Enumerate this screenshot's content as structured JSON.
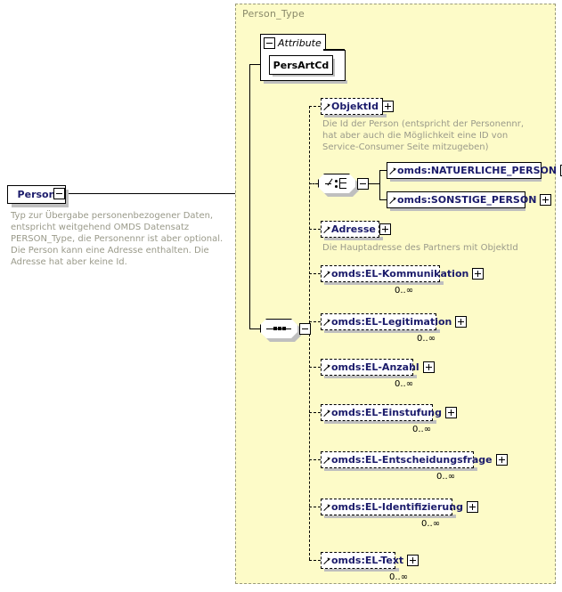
{
  "diagram": {
    "root": {
      "name": "Person",
      "expander": "minus",
      "description": "Typ zur Übergabe personenbezogener Daten, entspricht weitgehend OMDS Datensatz PERSON_Type, die Personennr ist aber optional. Die Person kann eine Adresse enthalten. Die Adresse hat aber keine Id."
    },
    "type_panel": {
      "title": "Person_Type",
      "background": "#fdfbc8",
      "border_color": "#9a9a7a"
    },
    "attribute_group": {
      "label": "Attribute",
      "expander": "minus",
      "attributes": [
        {
          "name": "PersArtCd"
        }
      ]
    },
    "connectors": {
      "choice": {
        "kind": "choice",
        "expander": "minus"
      },
      "sequence": {
        "kind": "sequence",
        "expander": "minus"
      }
    },
    "elements": [
      {
        "name": "ObjektId",
        "expander": "plus",
        "style": "dashed",
        "cardinality": "",
        "description": "Die Id der Person (entspricht der Personennr, hat aber auch die Möglichkeit eine ID von Service-Consumer Seite mitzugeben)"
      },
      {
        "name": "omds:NATUERLICHE_PERSON",
        "expander": "plus",
        "style": "solid",
        "cardinality": "",
        "description": ""
      },
      {
        "name": "omds:SONSTIGE_PERSON",
        "expander": "plus",
        "style": "solid",
        "cardinality": "",
        "description": ""
      },
      {
        "name": "Adresse",
        "expander": "plus",
        "style": "dashed",
        "cardinality": "",
        "description": "Die Hauptadresse des Partners mit ObjektId"
      },
      {
        "name": "omds:EL-Kommunikation",
        "expander": "plus",
        "style": "dashed",
        "cardinality": "0..∞",
        "description": ""
      },
      {
        "name": "omds:EL-Legitimation",
        "expander": "plus",
        "style": "dashed",
        "cardinality": "0..∞",
        "description": ""
      },
      {
        "name": "omds:EL-Anzahl",
        "expander": "plus",
        "style": "dashed",
        "cardinality": "0..∞",
        "description": ""
      },
      {
        "name": "omds:EL-Einstufung",
        "expander": "plus",
        "style": "dashed",
        "cardinality": "0..∞",
        "description": ""
      },
      {
        "name": "omds:EL-Entscheidungsfrage",
        "expander": "plus",
        "style": "dashed",
        "cardinality": "0..∞",
        "description": ""
      },
      {
        "name": "omds:EL-Identifizierung",
        "expander": "plus",
        "style": "dashed",
        "cardinality": "0..∞",
        "description": ""
      },
      {
        "name": "omds:EL-Text",
        "expander": "plus",
        "style": "dashed",
        "cardinality": "0..∞",
        "description": ""
      }
    ]
  }
}
